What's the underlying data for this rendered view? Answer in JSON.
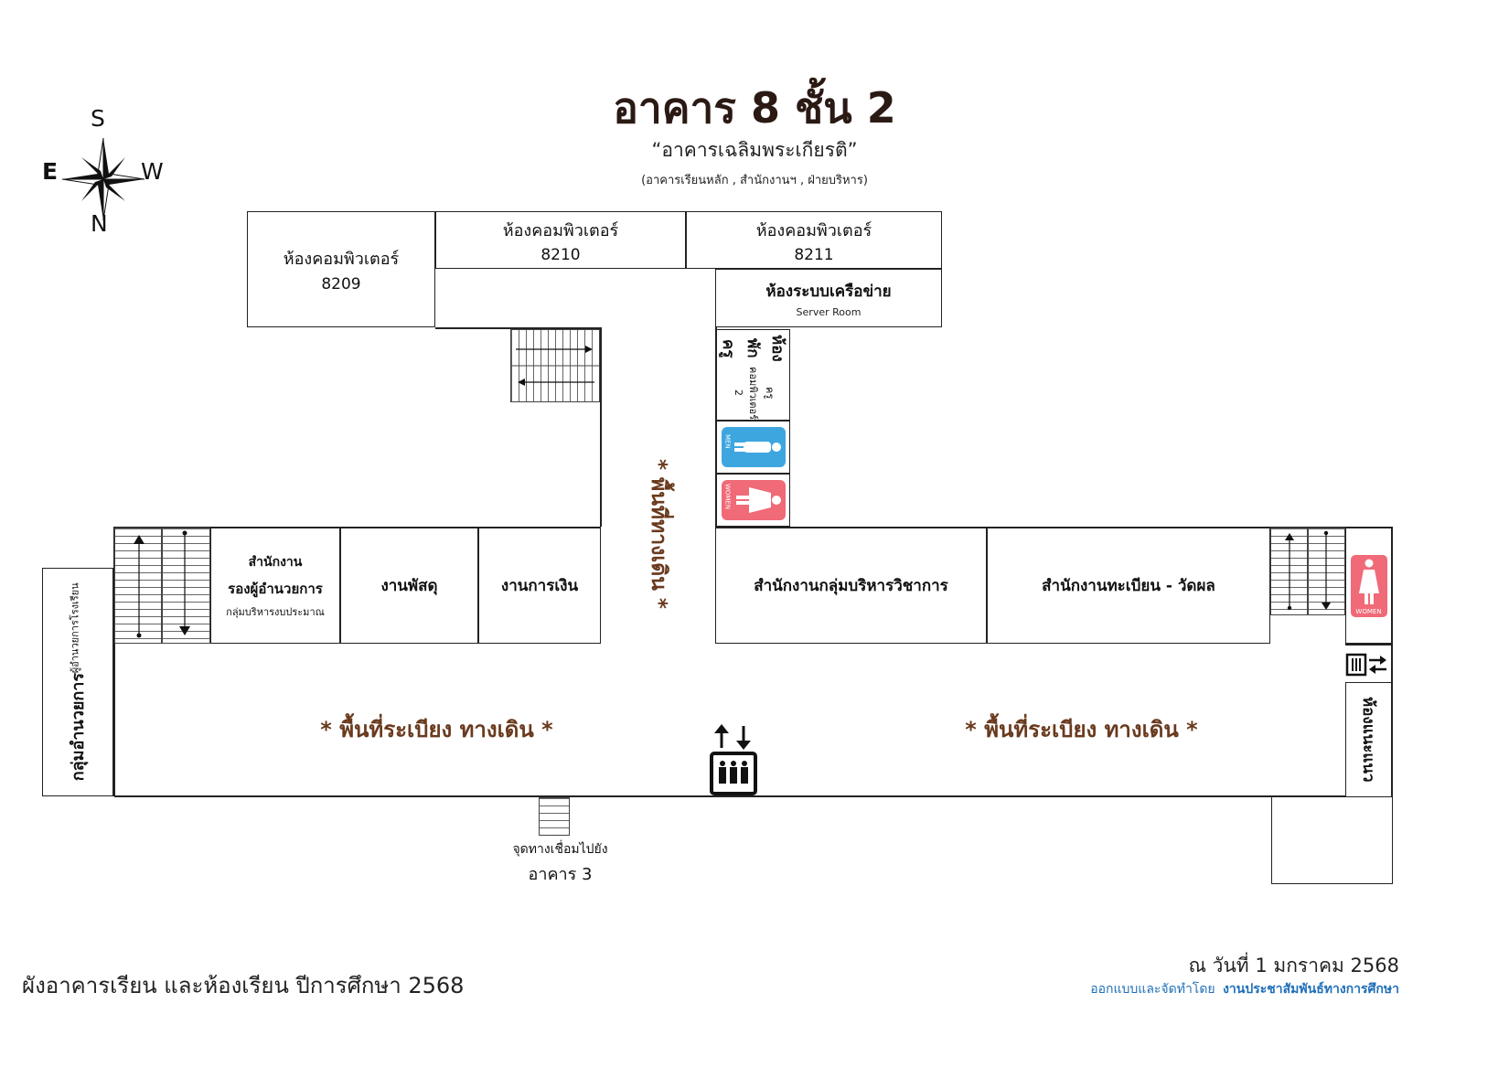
{
  "header": {
    "title": "อาคาร 8 ชั้น 2",
    "subtitle": "“อาคารเฉลิมพระเกียรติ”",
    "note": "(อาคารเรียนหลัก , สำนักงานฯ , ฝ่ายบริหาร)"
  },
  "compass": {
    "top": "S",
    "left": "E",
    "right": "W",
    "bottom": "N"
  },
  "rooms": {
    "r8209": {
      "name": "ห้องคอมพิวเตอร์",
      "num": "8209"
    },
    "r8210": {
      "name": "ห้องคอมพิวเตอร์",
      "num": "8210"
    },
    "r8211": {
      "name": "ห้องคอมพิวเตอร์",
      "num": "8211"
    },
    "server": {
      "name": "ห้องระบบเครือข่าย",
      "sub": "Server Room"
    },
    "teacher": {
      "name": "ห้องพักครู",
      "sub": "ครูคอมพิวเตอร์ 2"
    },
    "deputy": {
      "line1": "สำนักงาน",
      "line2": "รองผู้อำนวยการ",
      "sub": "กลุ่มบริหารงบประมาณ"
    },
    "supply": {
      "name": "งานพัสดุ"
    },
    "finance": {
      "name": "งานการเงิน"
    },
    "academic": {
      "name": "สำนักงานกลุ่มบริหารวิชาการ"
    },
    "registrar": {
      "name": "สำนักงานทะเบียน - วัดผล"
    },
    "director": {
      "name": "กลุ่มอำนวยการ",
      "sub": "ผู้อำนวยการโรงเรียน"
    },
    "guidance": {
      "name": "ห้องแนะแนว"
    }
  },
  "restrooms": {
    "men": "MEN",
    "women": "WOMEN",
    "women2": "WOMEN"
  },
  "corridors": {
    "vertical": "* พื้นที่ทางเดิน *",
    "left": "* พื้นที่ระเบียง ทางเดิน *",
    "right": "* พื้นที่ระเบียง ทางเดิน *"
  },
  "connector": {
    "line1": "จุดทางเชื่อมไปยัง",
    "line2": "อาคาร 3"
  },
  "footer": {
    "left": "ผังอาคารเรียน และห้องเรียน ปีการศึกษา 2568",
    "date": "ณ วันที่ 1 มกราคม 2568",
    "credit_prefix": "ออกแบบและจัดทำโดย",
    "credit_org": "งานประชาสัมพันธ์ทางการศึกษา"
  },
  "colors": {
    "title": "#2b1a14",
    "corridor": "#6a3a1e",
    "men": "#3ea6df",
    "women": "#f06a78",
    "credit": "#1f6fb8"
  },
  "icons": [
    "compass-rose-icon",
    "men-restroom-icon",
    "women-restroom-icon",
    "elevator-icon",
    "service-lift-icon",
    "staircase-icon"
  ]
}
